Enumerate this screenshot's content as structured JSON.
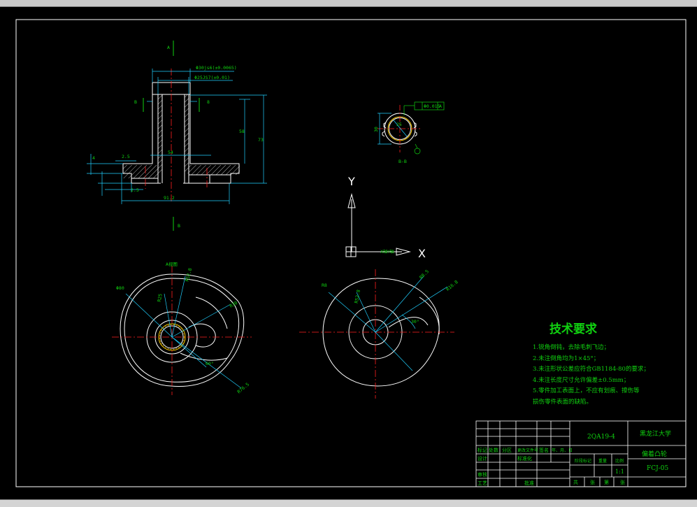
{
  "technical_requirements": {
    "title": "技术要求",
    "items": [
      "1.锐角倒钝，去除毛刺飞边；",
      "2.未注倒角均为1×45°；",
      "3.未注形状公差应符合GB1184-80的要求；",
      "4.未注长度尺寸允许偏差±0.5mm；",
      "5.零件加工表面上，不应有划痕、擦伤等",
      "  损伤零件表面的缺陷。"
    ]
  },
  "title_block": {
    "drawing_no": "2QA19-4",
    "school": "黑龙江大学",
    "part_name": "偏着凸轮",
    "code": "FCJ-05",
    "scale": "1:1",
    "row_labels": [
      "标记",
      "处数",
      "分区",
      "更改文件号",
      "签名",
      "年、月、日"
    ],
    "design_label": "设计",
    "standard_label": "标准化",
    "review_label": "审核",
    "process_label": "工艺",
    "approve_label": "批准",
    "stage_label": "阶段标记",
    "weight_label": "重量",
    "scale_label": "比例",
    "sheet_labels": [
      "共",
      "张",
      "第",
      "张"
    ]
  },
  "views": {
    "section_mark_top": "A",
    "section_mark_bottom": "B",
    "section_b": "B",
    "section_bb_label": "B-B",
    "view_a_label": "A视图",
    "dims_front": [
      "Φ30js6(±0.0065)",
      "Φ25JS7(±0.01)",
      "54",
      "91.2",
      "2.5",
      "58",
      "73",
      "2.5",
      "4",
      "8",
      "B",
      "B"
    ],
    "dims_section": [
      "30",
      "25",
      "Φ0.015",
      "A"
    ],
    "dims_left": [
      "Φ80",
      "R52.8",
      "R25",
      "R30",
      "60°",
      "R76.5"
    ],
    "dims_right": [
      "R8",
      "R52.8",
      "R8.5",
      "R16.8",
      "30°"
    ]
  },
  "ucs": {
    "y_label": "Y",
    "x_label": "X",
    "axis_text": "X轴Y轴"
  }
}
